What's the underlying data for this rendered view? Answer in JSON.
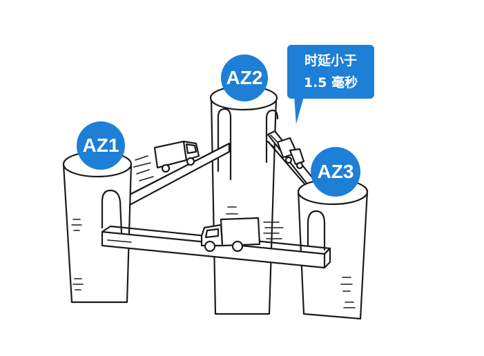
{
  "zones": {
    "az1": "AZ1",
    "az2": "AZ2",
    "az3": "AZ3"
  },
  "callout": {
    "line1": "时延小于",
    "line2": "1.5 毫秒"
  },
  "colors": {
    "badge": "#1e7fd6",
    "ink": "#1a1a1a",
    "background": "#ffffff"
  }
}
